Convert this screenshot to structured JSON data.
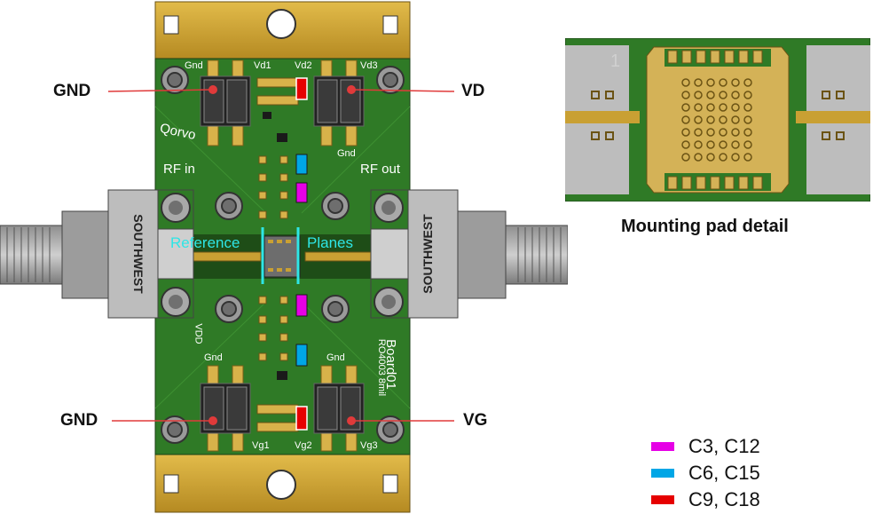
{
  "callouts": {
    "gnd_top": "GND",
    "vd": "VD",
    "gnd_bottom": "GND",
    "vg": "VG"
  },
  "planes": {
    "reference": "Reference",
    "planes": "Planes"
  },
  "board": {
    "connector_left": "SOUTHWEST",
    "connector_right": "SOUTHWEST",
    "rf_in": "RF in",
    "rf_out": "RF out",
    "vendor": "Qorvo",
    "board_id": "Board01",
    "material": "RO4003 8mil",
    "vd1": "Vd1",
    "vd2": "Vd2",
    "vd3": "Vd3",
    "vg1": "Vg1",
    "vg2": "Vg2",
    "vg3": "Vg3",
    "gnd": "Gnd",
    "vdd": "VDD",
    "pin1": "1"
  },
  "mounting": {
    "title": "Mounting pad detail"
  },
  "legend": {
    "items": [
      {
        "label": "C3, C12",
        "color": "#e600e6"
      },
      {
        "label": "C6, C15",
        "color": "#00a6e6"
      },
      {
        "label": "C9, C18",
        "color": "#e60000"
      }
    ]
  },
  "colors": {
    "board_green": "#2f7a26",
    "gold": "#c9a033",
    "callout_line": "#e03a3a",
    "plane_line": "#2ee6e6"
  }
}
